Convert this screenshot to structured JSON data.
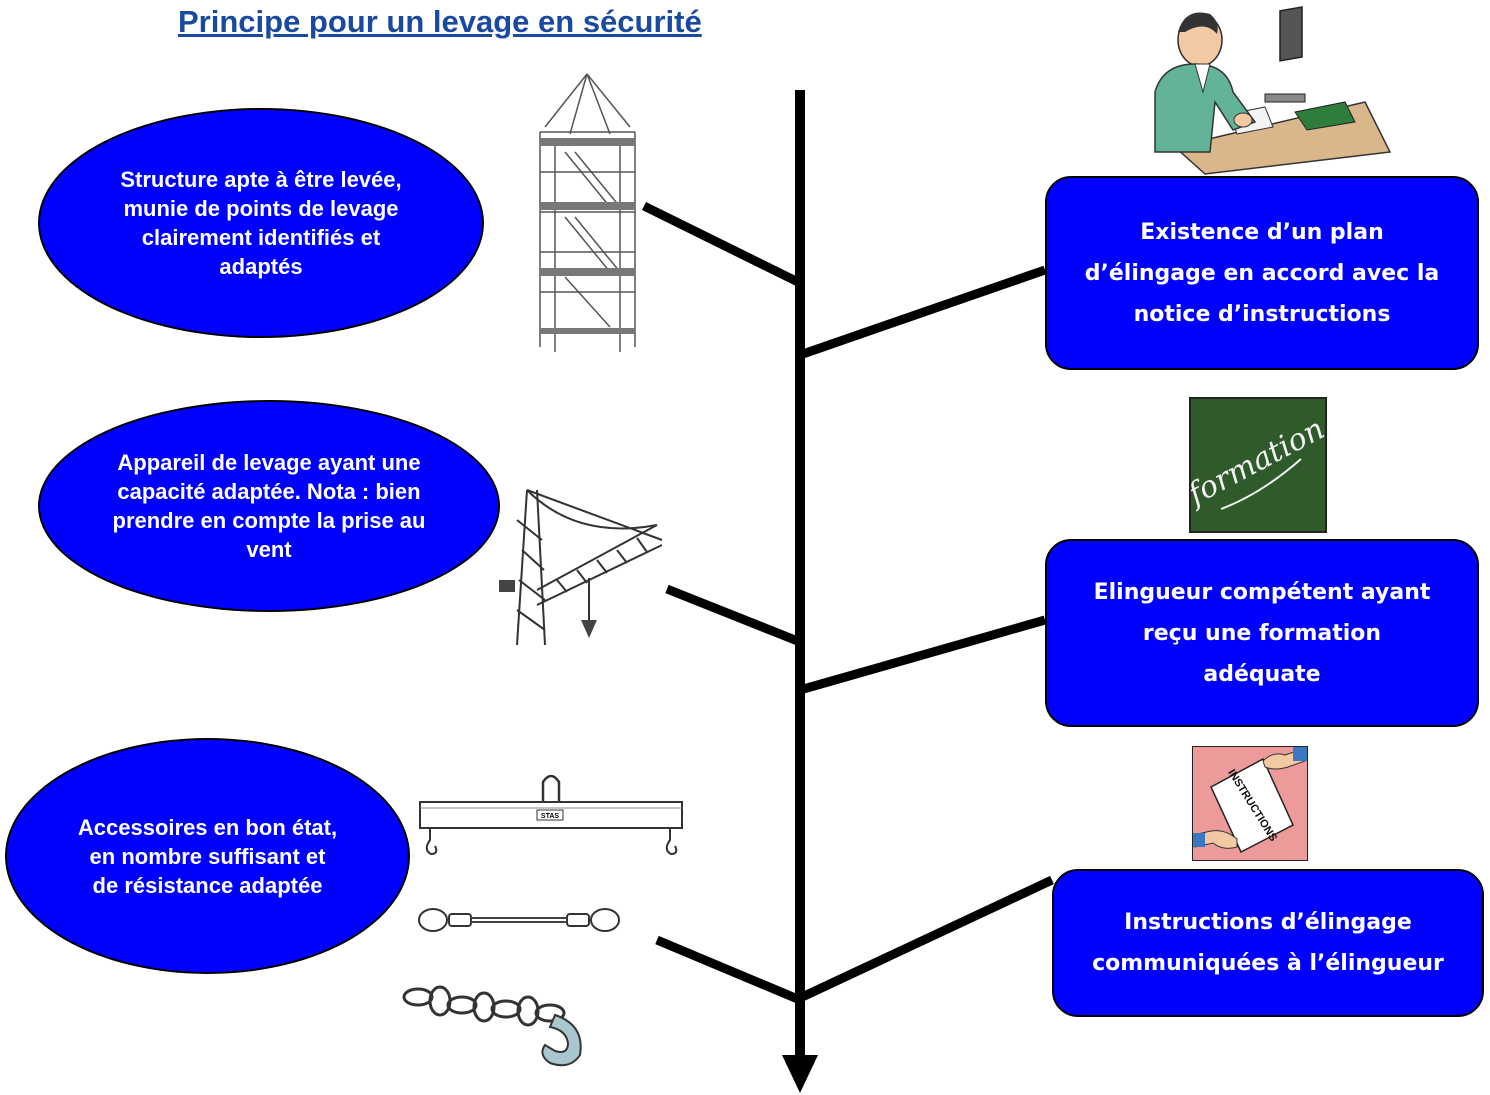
{
  "title": "Principe pour un levage en sécurité",
  "left_factors": [
    {
      "text": "Structure apte à être levée, munie de points de levage clairement identifiés et adaptés"
    },
    {
      "text": "Appareil de levage ayant une capacité adaptée. Nota : bien prendre en compte la prise au vent"
    },
    {
      "text": "Accessoires en bon état, en nombre suffisant et de résistance adaptée"
    }
  ],
  "right_factors": [
    {
      "text": "Existence d’un plan d’élingage en accord avec la notice d’instructions"
    },
    {
      "text": "Elingueur compétent ayant reçu une formation adéquate"
    },
    {
      "text": "Instructions d’élingage communiquées à l’élingueur"
    }
  ],
  "images": {
    "formation_label": "formation",
    "instructions_label": "INSTRUCTIONS",
    "beam_label": "STAS"
  },
  "icons": [
    "scaffold-tower-illustration",
    "tower-crane-illustration",
    "spreader-beam-illustration",
    "wire-rope-sling-illustration",
    "chain-hook-illustration",
    "engineer-at-desk-illustration",
    "formation-chalkboard-illustration",
    "instructions-handover-illustration"
  ],
  "colors": {
    "box_fill": "#0000ff",
    "box_text": "#ffffff",
    "title": "#1a4aa0",
    "spine": "#000000",
    "chalkboard": "#2f5a2a"
  }
}
